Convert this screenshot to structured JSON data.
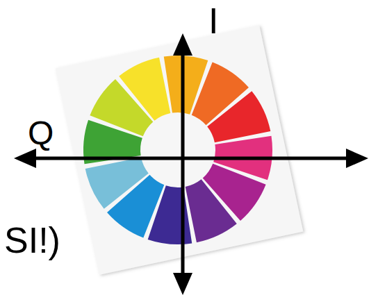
{
  "diagram": {
    "labels": [
      "I",
      "Q",
      "SI!)"
    ]
  }
}
